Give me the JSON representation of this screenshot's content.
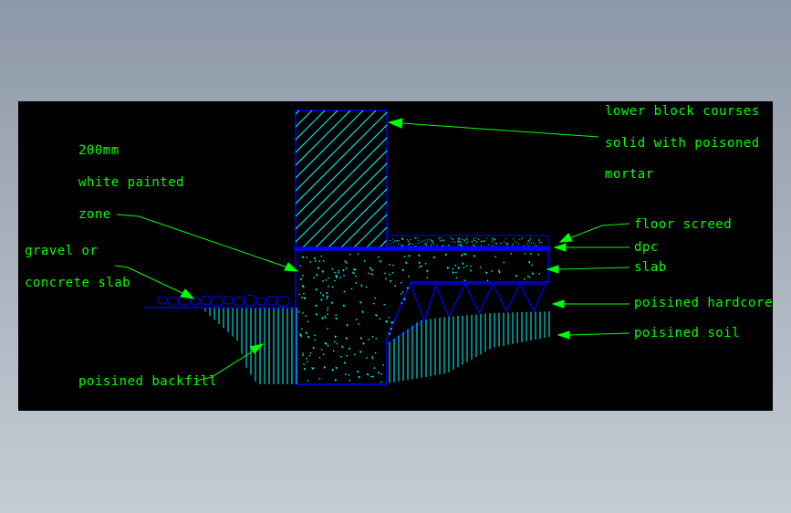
{
  "colors": {
    "background": "#000000",
    "label": "#00ff00",
    "leader": "#00ff00",
    "structure": "#0000ff",
    "hatch": "#00ffff",
    "aggregate": "#00ffff"
  },
  "labels": {
    "lower_block_1": "lower block courses",
    "lower_block_2": "solid with poisoned",
    "lower_block_3": "mortar",
    "zone_1": "200mm",
    "zone_2": "white painted",
    "zone_3": "zone",
    "gravel_1": "gravel or",
    "gravel_2": "concrete slab",
    "floor_screed": "floor screed",
    "dpc": "dpc",
    "slab": "slab",
    "hardcore": "poisined hardcore",
    "soil": "poisined soil",
    "backfill": "poisined backfill"
  }
}
